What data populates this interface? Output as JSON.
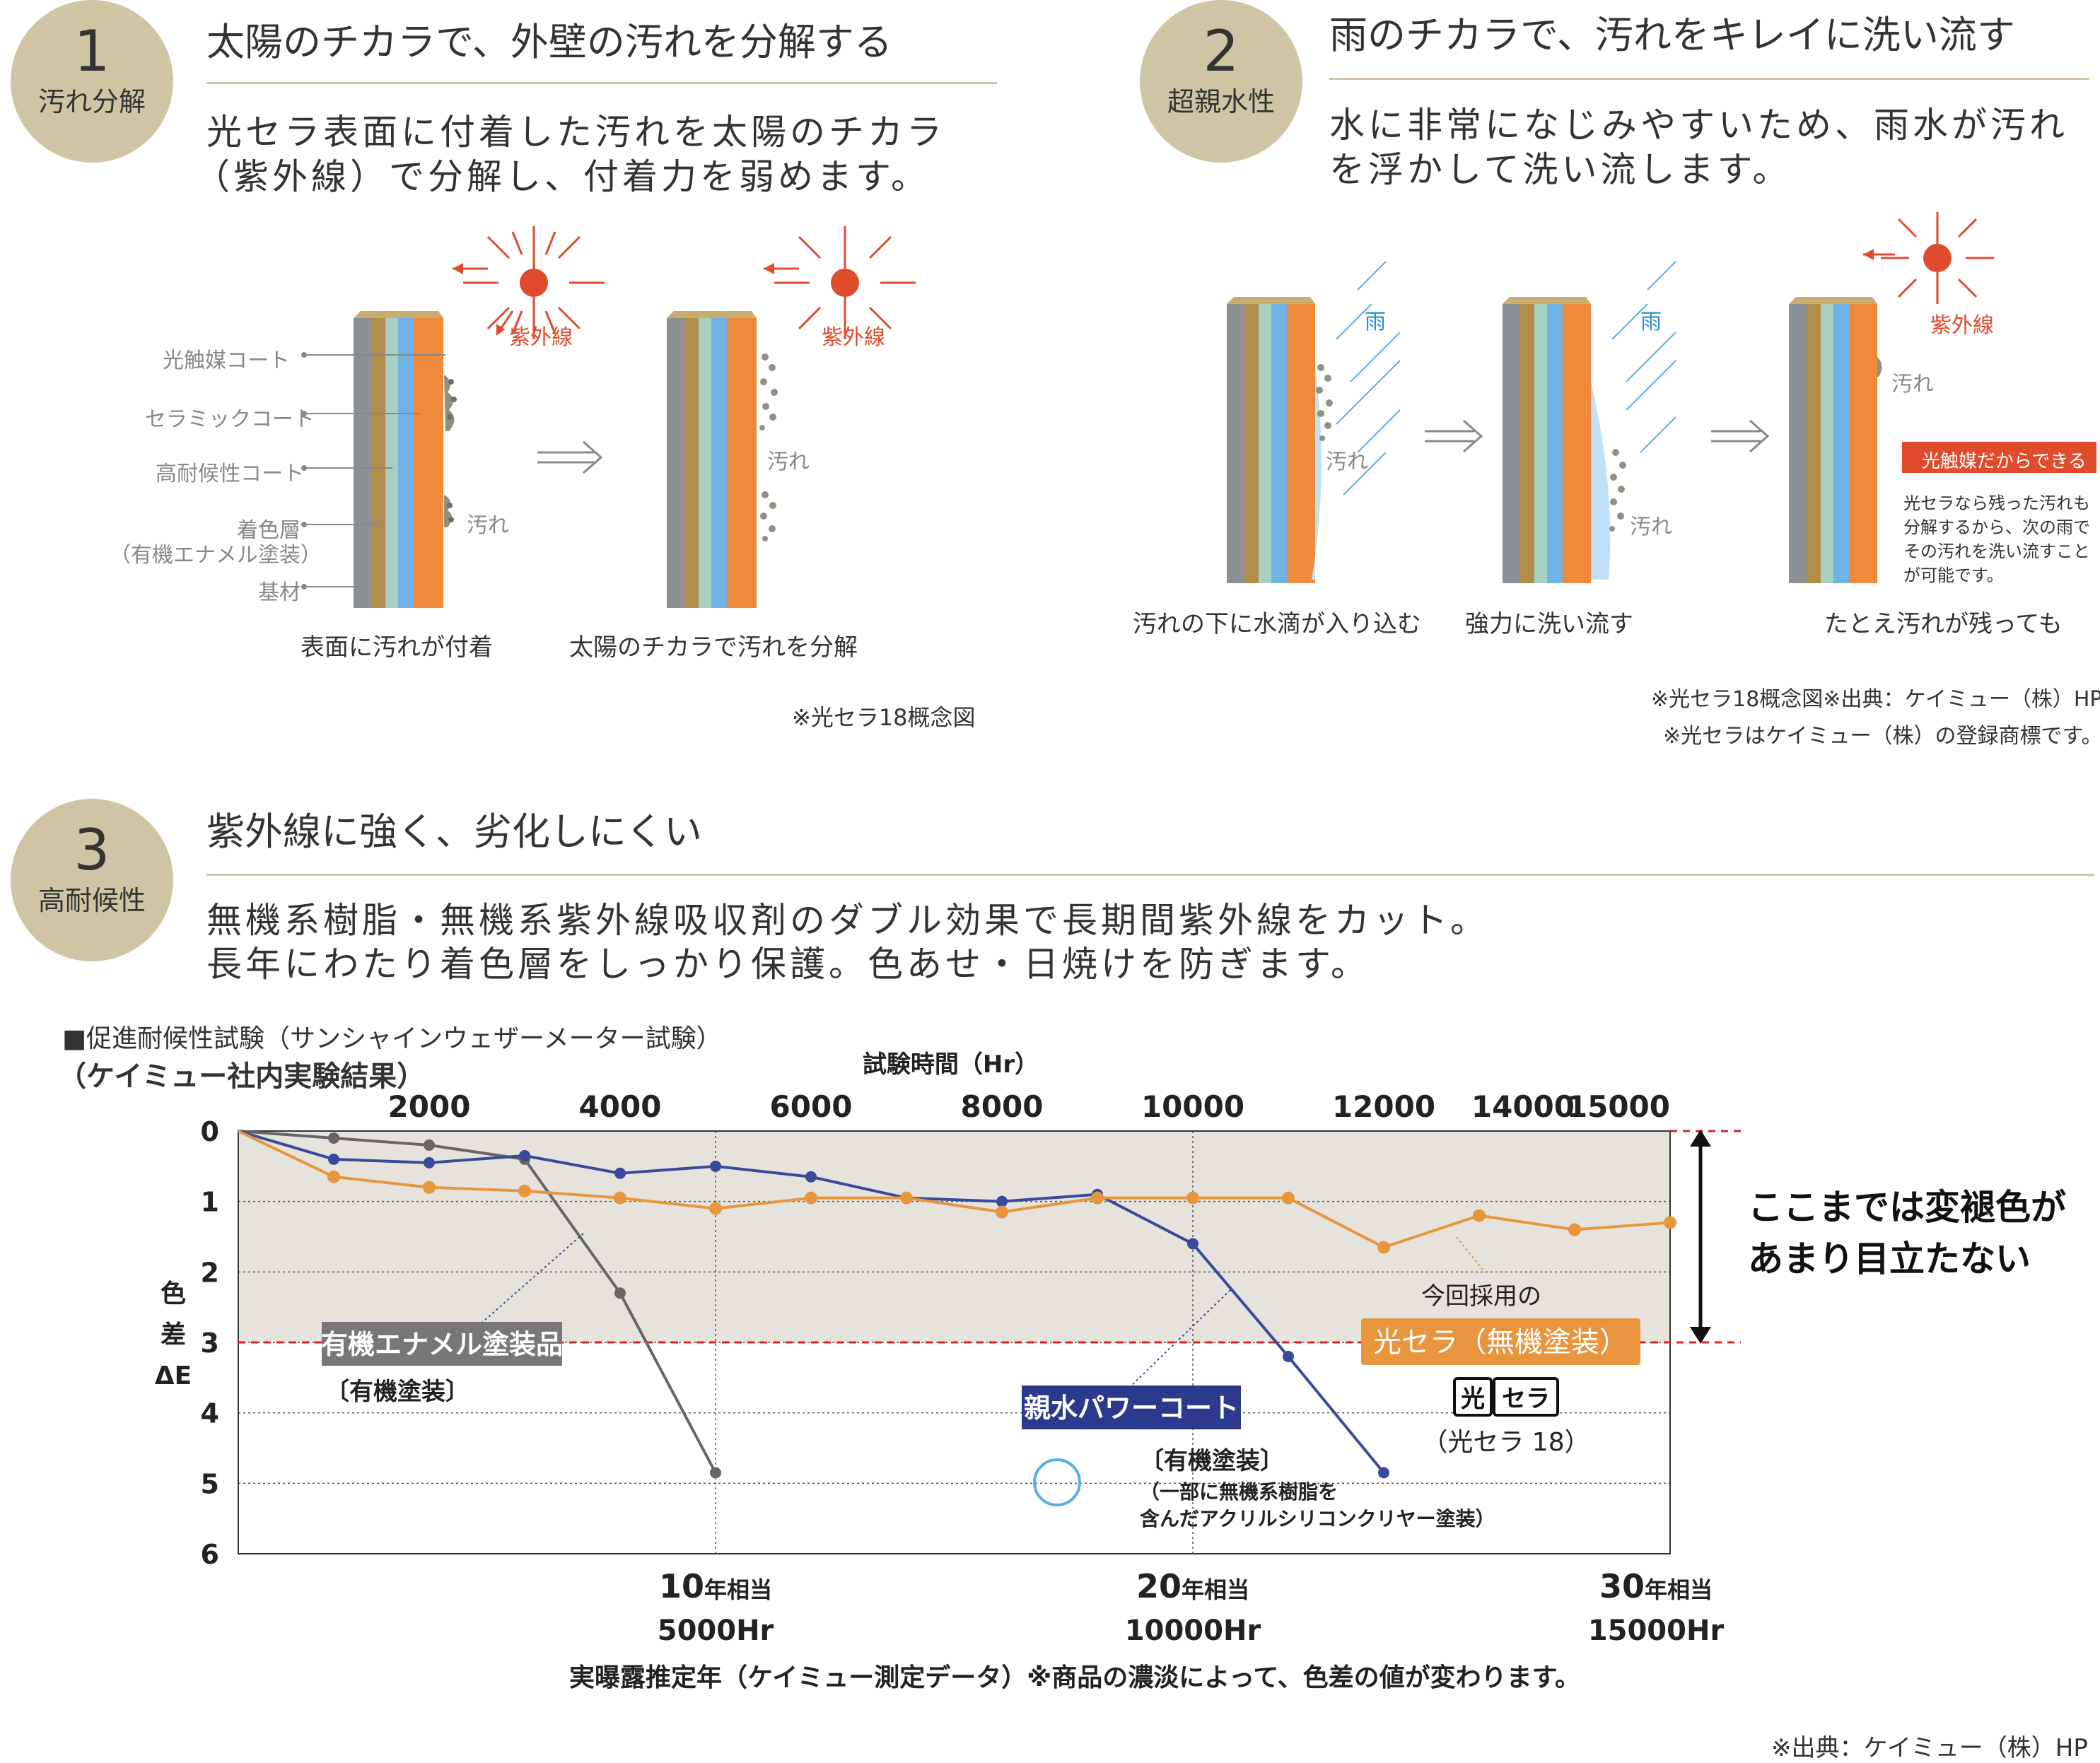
{
  "section1": {
    "num": "1",
    "badge": "汚れ分解",
    "title": "太陽のチカラで、外壁の汚れを分解する",
    "desc1": "光セラ表面に付着した汚れを太陽のチカラ",
    "desc2": "（紫外線）で分解し、付着力を弱めます。",
    "layers": [
      "光触媒コート",
      "セラミックコート",
      "高耐候性コート",
      "着色層",
      "（有機エナメル塗装）",
      "基材"
    ],
    "uv": "紫外線",
    "dirt": "汚れ",
    "cap1": "表面に汚れが付着",
    "cap2": "太陽のチカラで汚れを分解",
    "note": "※光セラ18概念図"
  },
  "section2": {
    "num": "2",
    "badge": "超親水性",
    "title": "雨のチカラで、汚れをキレイに洗い流す",
    "desc1": "水に非常になじみやすいため、雨水が汚れ",
    "desc2": "を浮かして洗い流します。",
    "rain": "雨",
    "uv": "紫外線",
    "dirt": "汚れ",
    "cap1": "汚れの下に水滴が入り込む",
    "cap2": "強力に洗い流す",
    "cap3": "たとえ汚れが残っても",
    "callout_title": "光触媒だからできる",
    "callout_lines": [
      "光セラなら残った汚れも",
      "分解するから、次の雨で",
      "その汚れを洗い流すこと",
      "が可能です。"
    ],
    "note1": "※光セラ18概念図※出典：ケイミュー（株）HP",
    "note2": "※光セラはケイミュー（株）の登録商標です。"
  },
  "section3": {
    "num": "3",
    "badge": "高耐候性",
    "title": "紫外線に強く、劣化しにくい",
    "desc1": "無機系樹脂・無機系紫外線吸収剤のダブル効果で長期間紫外線をカット。",
    "desc2": "長年にわたり着色層をしっかり保護。色あせ・日焼けを防ぎます。",
    "chart_heading1": "■促進耐候性試験（サンシャインウェザーメーター試験）",
    "chart_heading2": "（ケイミュー社内実験結果）",
    "source": "※出典：ケイミュー（株）HP"
  },
  "chart_data": {
    "type": "line",
    "xlabel": "試験時間（Hr）",
    "ylabel": "色差ΔE",
    "xlim": [
      0,
      15000
    ],
    "ylim": [
      0,
      6
    ],
    "x_ticks": [
      2000,
      4000,
      6000,
      8000,
      10000,
      12000,
      14000,
      15000
    ],
    "y_ticks": [
      0,
      1,
      2,
      3,
      4,
      5,
      6
    ],
    "threshold": 3,
    "threshold_note": [
      "ここまでは変褪色が",
      "あまり目立たない"
    ],
    "bottom_ticks": [
      {
        "x": 5000,
        "years": "10",
        "unit": "年相当",
        "hr": "5000Hr"
      },
      {
        "x": 10000,
        "years": "20",
        "unit": "年相当",
        "hr": "10000Hr"
      },
      {
        "x": 15000,
        "years": "30",
        "unit": "年相当",
        "hr": "15000Hr"
      }
    ],
    "bottom_caption": "実曝露推定年（ケイミュー測定データ）※商品の濃淡によって、色差の値が変わります。",
    "series": [
      {
        "name": "有機エナメル塗装品",
        "sub": "〔有機塗装〕",
        "color": "#666666",
        "points": [
          [
            0,
            0
          ],
          [
            1000,
            0.1
          ],
          [
            2000,
            0.2
          ],
          [
            3000,
            0.4
          ],
          [
            4000,
            2.3
          ],
          [
            5000,
            4.85
          ]
        ]
      },
      {
        "name": "親水パワーコート",
        "sub": "〔有機塗装〕",
        "sub2": "（一部に無機系樹脂を",
        "sub3": "含んだアクリルシリコンクリヤー塗装）",
        "color": "#3a4a9a",
        "points": [
          [
            0,
            0
          ],
          [
            1000,
            0.4
          ],
          [
            2000,
            0.45
          ],
          [
            3000,
            0.35
          ],
          [
            4000,
            0.6
          ],
          [
            5000,
            0.5
          ],
          [
            6000,
            0.65
          ],
          [
            7000,
            0.95
          ],
          [
            8000,
            1.0
          ],
          [
            9000,
            0.9
          ],
          [
            10000,
            1.6
          ],
          [
            11000,
            3.2
          ],
          [
            12000,
            4.85
          ]
        ]
      },
      {
        "name": "光セラ（無機塗装）",
        "pre": "今回採用の",
        "logo": [
          "光",
          "セラ"
        ],
        "sub": "（光セラ 18）",
        "color": "#e8953e",
        "points": [
          [
            0,
            0
          ],
          [
            1000,
            0.65
          ],
          [
            2000,
            0.8
          ],
          [
            3000,
            0.85
          ],
          [
            4000,
            0.95
          ],
          [
            5000,
            1.1
          ],
          [
            6000,
            0.95
          ],
          [
            7000,
            0.95
          ],
          [
            8000,
            1.15
          ],
          [
            9000,
            0.95
          ],
          [
            10000,
            0.95
          ],
          [
            11000,
            0.95
          ],
          [
            12000,
            1.65
          ],
          [
            13000,
            1.2
          ],
          [
            14000,
            1.4
          ],
          [
            15000,
            1.3
          ]
        ]
      }
    ]
  }
}
